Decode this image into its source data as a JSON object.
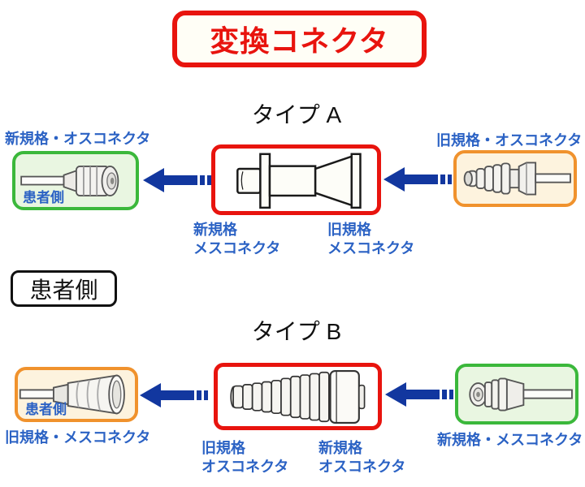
{
  "title": "変換コネクタ",
  "patient_side": "患者側",
  "headings": {
    "type_a": "タイプ A",
    "type_b": "タイプ B"
  },
  "labels": {
    "a_new_male": "新規格・オスコネクタ",
    "a_old_male": "旧規格・オスコネクタ",
    "a_adapter_left": [
      "新規格",
      "メスコネクタ"
    ],
    "a_adapter_right": [
      "旧規格",
      "メスコネクタ"
    ],
    "b_old_female": "旧規格・メスコネクタ",
    "b_new_female": "新規格・メスコネクタ",
    "b_adapter_left": [
      "旧規格",
      "オスコネクタ"
    ],
    "b_adapter_right": [
      "新規格",
      "オスコネクタ"
    ]
  },
  "icons": {
    "flow_arrow": "left-arrow-with-dashed-tail",
    "type_a_boxes": [
      "new-male-luer-connector",
      "type-a-adapter",
      "old-male-taper-connector"
    ],
    "type_b_boxes": [
      "old-female-funnel-connector",
      "type-b-adapter",
      "new-female-luer-connector"
    ]
  },
  "colors": {
    "accent_red": "#e8140e",
    "arrow_blue": "#12379f",
    "label_blue": "#2b62c4",
    "green_border": "#3bb83b",
    "green_bg": "#e9f6e1",
    "orange_border": "#f0922d",
    "orange_bg": "#fdf3de"
  }
}
